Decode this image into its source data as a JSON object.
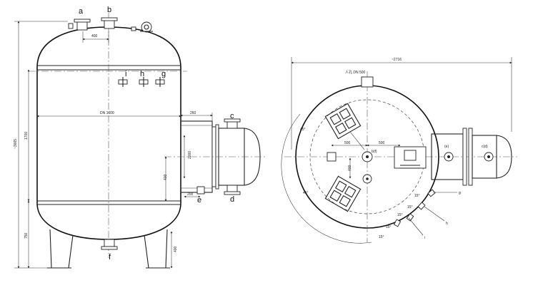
{
  "side_view": {
    "nozzle_labels": [
      "a",
      "b",
      "c",
      "d",
      "e",
      "f",
      "g",
      "h",
      "i"
    ],
    "dims": {
      "overall_height": "~3665",
      "shell_length": "1700",
      "leg_height": "750",
      "base_height": "400",
      "nozzle_spacing": "400",
      "diameter": "DN 1600",
      "hx_length": "260",
      "hx_height": "400",
      "hx_side": "2000",
      "hx_bottom": "200"
    }
  },
  "plan_view": {
    "labels": {
      "overall_width": "~2716",
      "manhole": "人孔 DN 500",
      "center": "b(f)",
      "hx_e": "(e)",
      "hx_cd": "c(d)",
      "dim_left": "500",
      "dim_right": "500",
      "dim_down": "400"
    },
    "angle_labels": [
      "45°",
      "45°",
      "15°",
      "15°",
      "15°",
      "15°",
      "15°"
    ],
    "leader_labels": [
      "g",
      "h",
      "i"
    ]
  }
}
